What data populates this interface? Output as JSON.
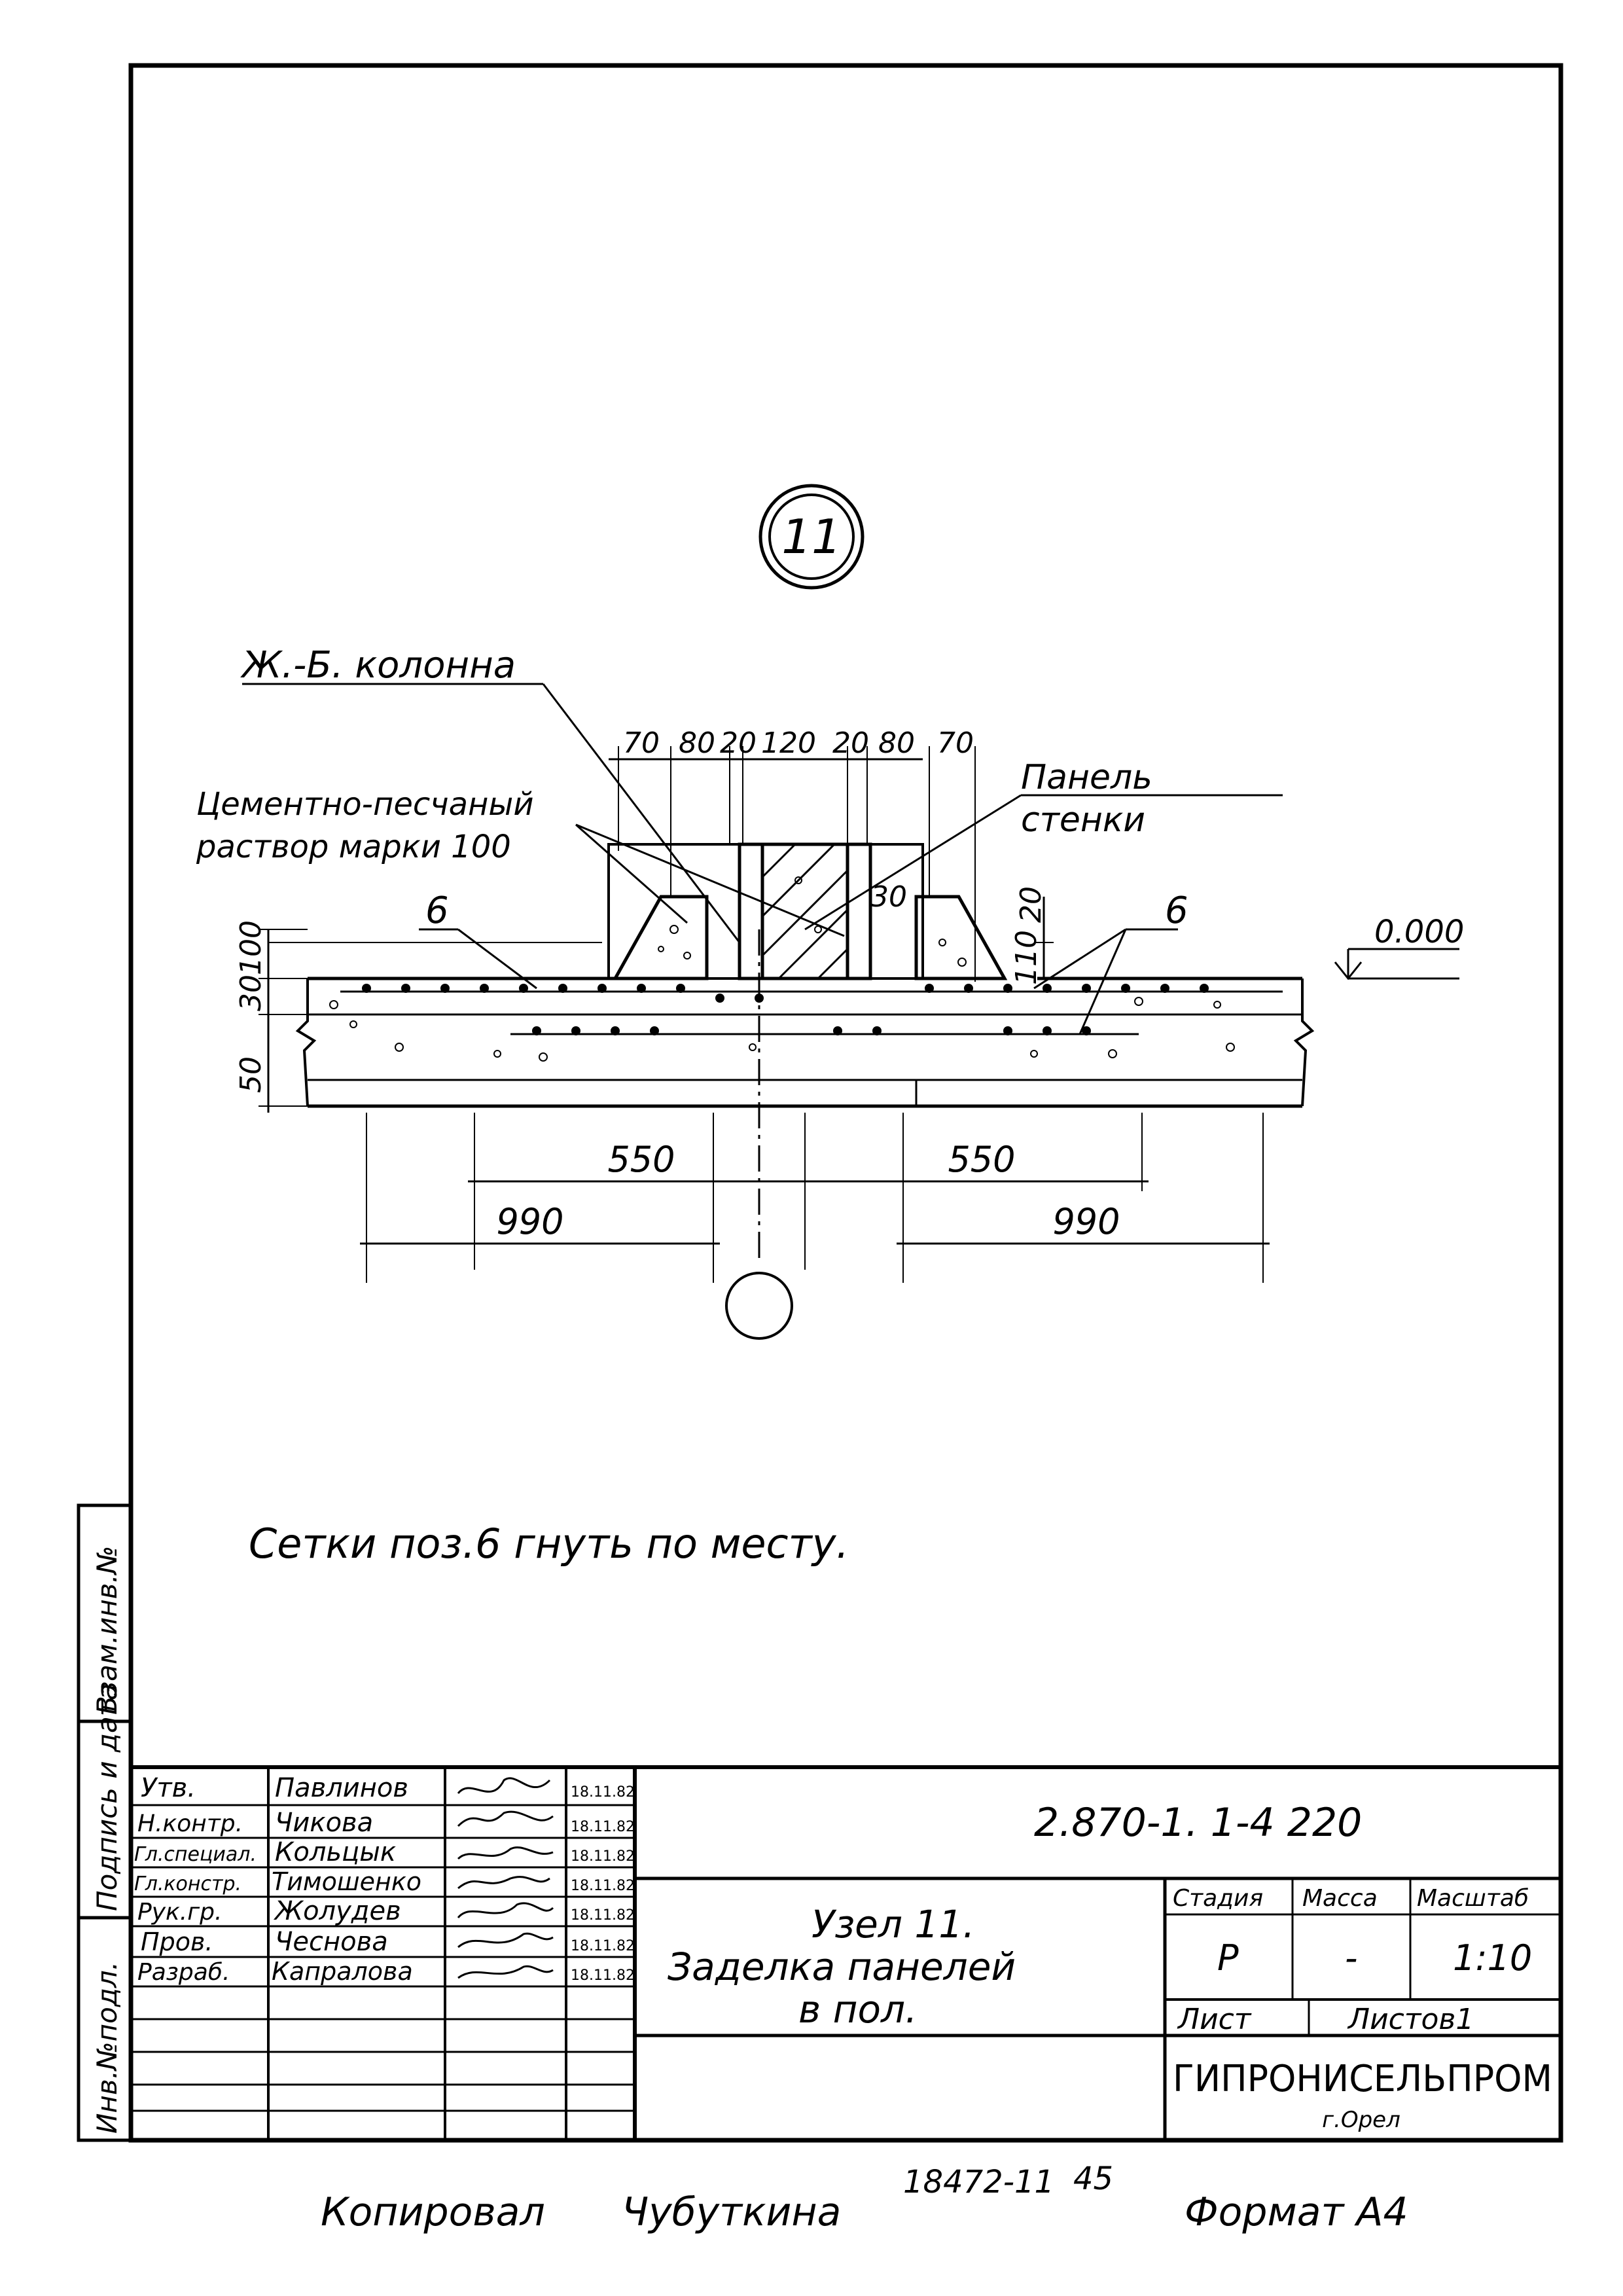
{
  "node_marker": "11",
  "labels": {
    "column": "Ж.-Б. колонна",
    "mortar_line1": "Цементно-песчаный",
    "mortar_line2": "раствор марки 100",
    "panel_line1": "Панель",
    "panel_line2": "стенки",
    "mesh_left": "6",
    "mesh_right": "6",
    "level": "0.000"
  },
  "dimensions": {
    "top": [
      "70",
      "80",
      "20",
      "120",
      "20",
      "80",
      "70"
    ],
    "left_100": "100",
    "left_30": "30",
    "left_50": "50",
    "right_110": "110",
    "right_20": "20",
    "inner_30": "30",
    "span_550_left": "550",
    "span_550_right": "550",
    "span_990_left": "990",
    "span_990_right": "990"
  },
  "note": "Сетки поз.6 гнуть по месту.",
  "side_stamp": {
    "inv_orig": "Инв.№подл.",
    "sign_date": "Подпись и дата",
    "replace_inv": "Взам.инв.№"
  },
  "title_block": {
    "document_code": "2.870-1. 1-4 220",
    "title_line1": "Узел 11.",
    "title_line2": "Заделка панелей",
    "title_line3": "в пол.",
    "stage_header": "Стадия",
    "mass_header": "Масса",
    "scale_header": "Масштаб",
    "stage": "Р",
    "mass": "-",
    "scale": "1:10",
    "sheet_label": "Лист",
    "sheets_label": "Листов1",
    "organization": "ГИПРОНИСЕЛЬПРОМ",
    "city": "г.Орел",
    "rows": [
      {
        "role": "Утв.",
        "name": "Павлинов",
        "date": "18.11.82"
      },
      {
        "role": "Н.контр.",
        "name": "Чикова",
        "date": "18.11.82"
      },
      {
        "role": "Гл.специал.",
        "name": "Кольцык",
        "date": "18.11.82"
      },
      {
        "role": "Гл.констр.",
        "name": "Тимошенко",
        "date": "18.11.82"
      },
      {
        "role": "Рук.гр.",
        "name": "Жолудев",
        "date": "18.11.82"
      },
      {
        "role": "Пров.",
        "name": "Чеснова",
        "date": "18.11.82"
      },
      {
        "role": "Разраб.",
        "name": "Капралова",
        "date": "18.11.82"
      }
    ]
  },
  "footer": {
    "copied_label": "Копировал",
    "copied_name": "Чубуткина",
    "archive_no": "18472-11",
    "page_no": "45",
    "format": "Формат А4"
  }
}
